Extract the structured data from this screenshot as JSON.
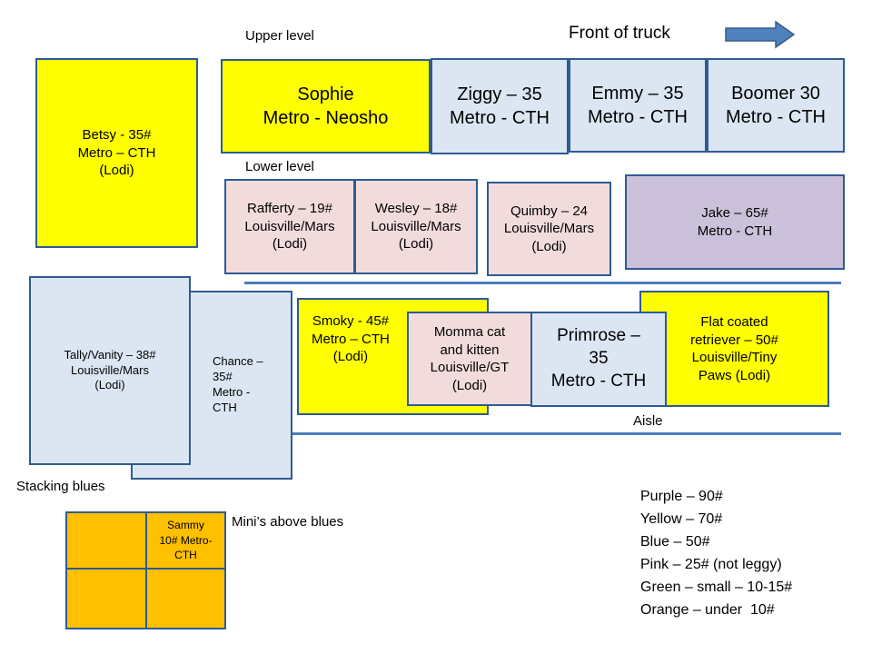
{
  "labels": {
    "upper_level": "Upper level",
    "front_of_truck": "Front of truck",
    "lower_level": "Lower level",
    "aisle": "Aisle",
    "stacking_blues": "Stacking blues",
    "minis_above_blues": "Mini’s above blues"
  },
  "boxes": {
    "betsy": "Betsy - 35#\nMetro – CTH\n(Lodi)",
    "sophie": "Sophie\nMetro - Neosho",
    "ziggy": "Ziggy – 35\nMetro - CTH",
    "emmy": "Emmy – 35\nMetro - CTH",
    "boomer": "Boomer 30\nMetro - CTH",
    "rafferty": "Rafferty – 19#\nLouisville/Mars\n(Lodi)",
    "wesley": "Wesley – 18#\nLouisville/Mars\n(Lodi)",
    "quimby": "Quimby – 24\nLouisville/Mars\n(Lodi)",
    "jake": "Jake – 65#\nMetro - CTH",
    "tally": "Tally/Vanity – 38#\nLouisville/Mars\n(Lodi)",
    "chance": "Chance –\n35#\nMetro -\nCTH",
    "smoky": "Smoky - 45#\nMetro – CTH\n(Lodi)",
    "momma": "Momma cat\nand kitten\nLouisville/GT\n(Lodi)",
    "primrose": "Primrose –\n35\nMetro - CTH",
    "flatcoat": "Flat coated\nretriever – 50#\nLouisville/Tiny\nPaws (Lodi)",
    "sammy": "Sammy\n10# Metro-\nCTH"
  },
  "legend": [
    "Purple – 90#",
    "Yellow – 70#",
    "Blue – 50#",
    "Pink – 25# (not leggy)",
    "Green – small – 10-15#",
    "Orange – under  10#"
  ],
  "colors": {
    "yellow": "#ffff00",
    "blue": "#dce6f2",
    "pink": "#f2dcdb",
    "purple": "#ccc1da",
    "orange": "#ffc000",
    "border": "#2e5b94",
    "arrow": "#4f81bd"
  },
  "icons": {
    "front_arrow": "right-arrow-icon"
  }
}
